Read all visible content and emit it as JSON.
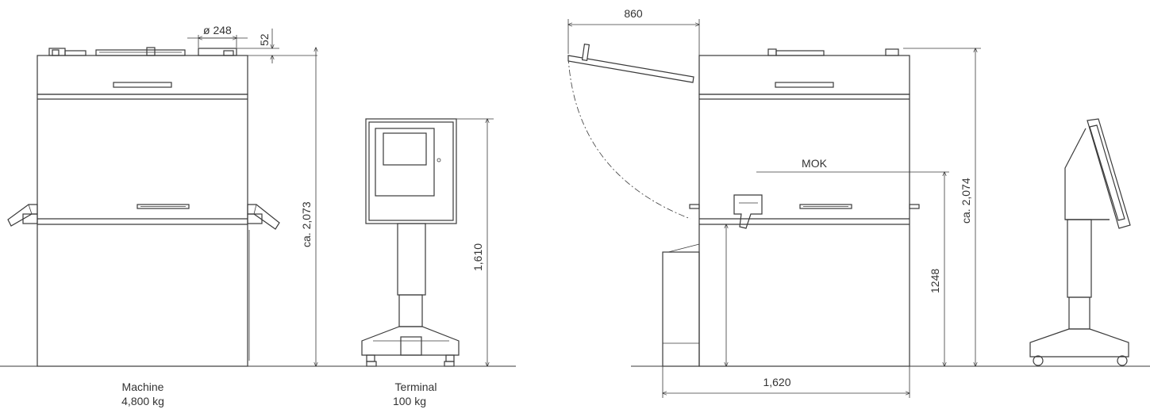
{
  "front_view": {
    "diameter_label": "ø 248",
    "top_offset_label": "52",
    "machine_height_label": "ca. 2,073",
    "terminal_height_label": "1,610",
    "machine_caption": "Machine",
    "machine_weight": "4,800 kg",
    "terminal_caption": "Terminal",
    "terminal_weight": "100 kg"
  },
  "side_view": {
    "lid_reach_label": "860",
    "mok_label": "MOK",
    "machine_height_label": "ca. 2,074",
    "mok_height_label": "1248",
    "depth_label": "1,620"
  }
}
